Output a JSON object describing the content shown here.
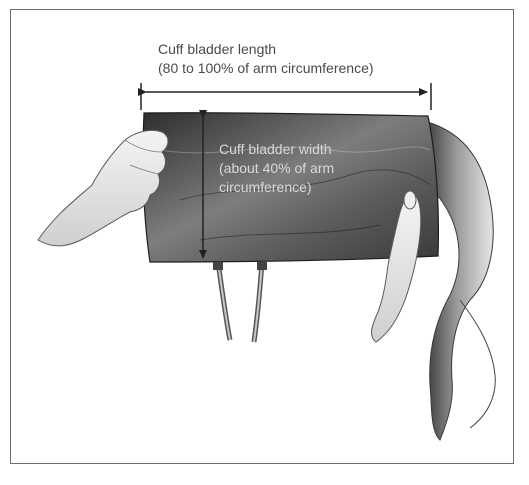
{
  "figure": {
    "length_label": {
      "line1": "Cuff bladder length",
      "line2": "(80 to 100% of arm circumference)"
    },
    "width_label": {
      "line1": "Cuff bladder width",
      "line2": "(about 40% of arm",
      "line3": "circumference)"
    }
  },
  "colors": {
    "frame_border": "#6e6e6e",
    "cuff_dark": "#3a3a3a",
    "cuff_light": "#8a8a8a",
    "text": "#4a4a4a",
    "arrow": "#222222"
  }
}
